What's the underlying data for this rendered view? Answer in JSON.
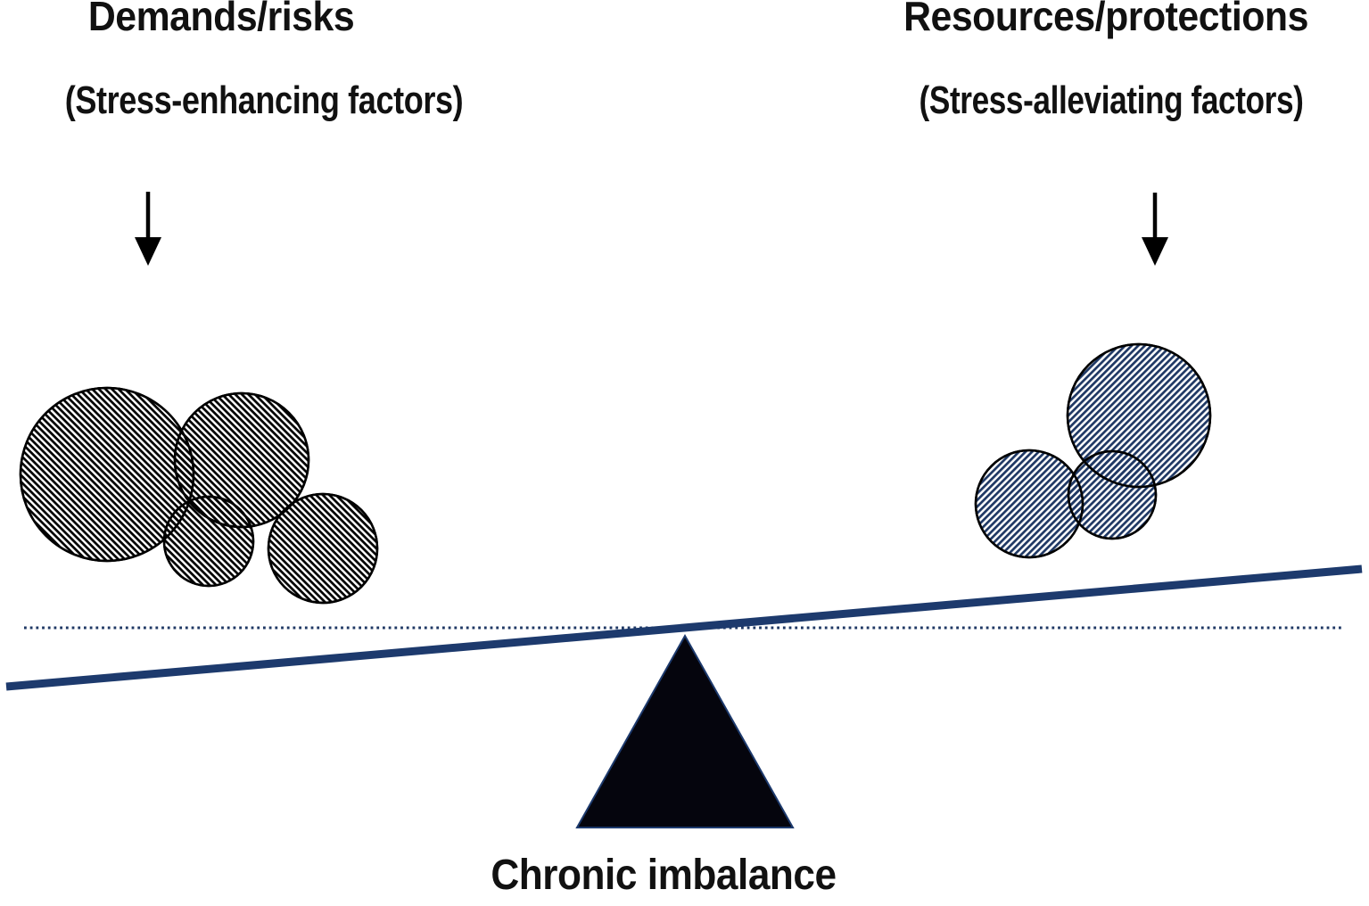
{
  "colors": {
    "navy": "#1f3864",
    "beam": "#1d3a6d",
    "hatch_black": "#000000",
    "outline": "#000000",
    "triangle_fill": "#05050d",
    "text": "#111111"
  },
  "left_panel": {
    "title": "Demands/risks",
    "subtitle": "(Stress-enhancing factors)"
  },
  "right_panel": {
    "title": "Resources/protections",
    "subtitle": "(Stress-alleviating factors)"
  },
  "fulcrum": {
    "label": "Chronic imbalance"
  }
}
